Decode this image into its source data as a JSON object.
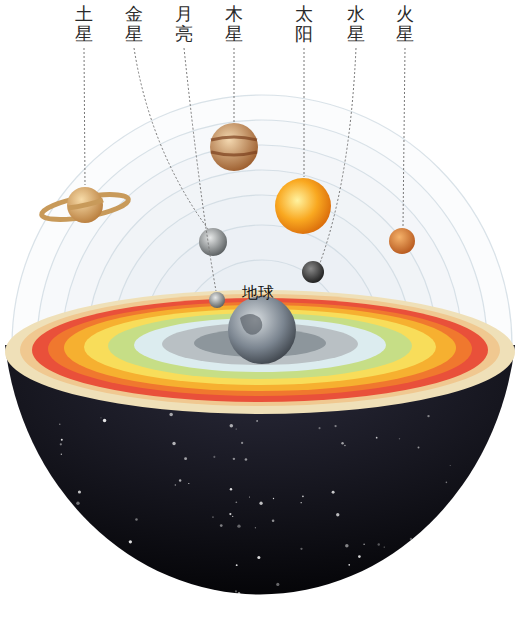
{
  "diagram": {
    "labels": [
      "土星",
      "金星",
      "月亮",
      "木星",
      "太阳",
      "水星",
      "火星",
      "地球"
    ]
  }
}
